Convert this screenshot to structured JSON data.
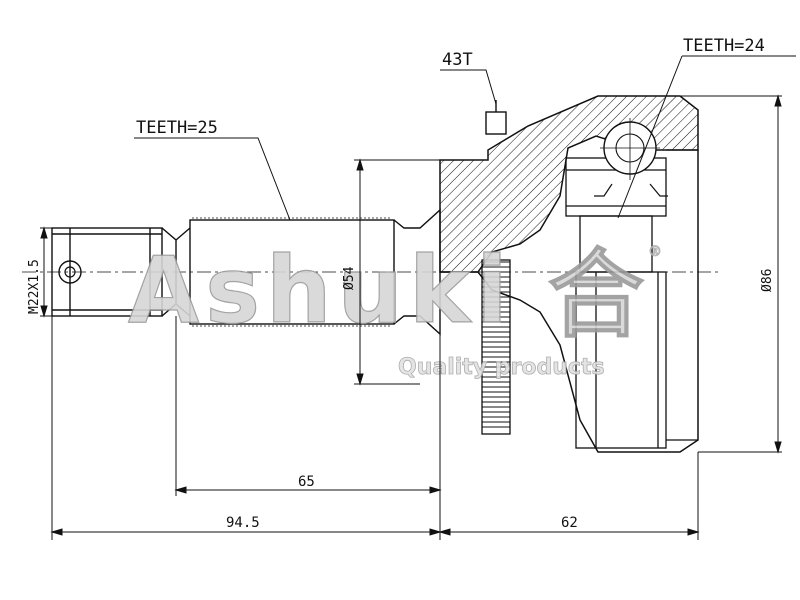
{
  "labels": {
    "teeth_left": "TEETH=25",
    "teeth_right": "TEETH=24",
    "abs_teeth": "43T",
    "thread": "M22X1.5",
    "shaft_dia": "Ø54",
    "body_dia": "Ø86",
    "dim_65": "65",
    "dim_945": "94.5",
    "dim_62": "62"
  },
  "watermark": {
    "brand": "Ashuki",
    "symbol": "合",
    "tagline": "Quality products",
    "tm": "®"
  },
  "colors": {
    "line": "#111111",
    "watermark_fill": "#d6d6d6",
    "watermark_stroke": "#9a9a9a"
  }
}
